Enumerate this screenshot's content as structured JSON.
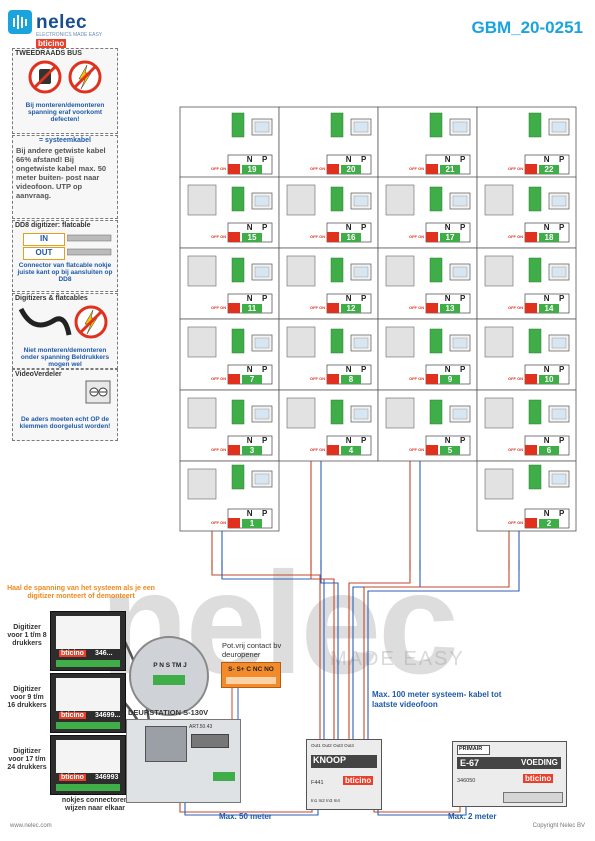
{
  "brand": {
    "name": "nelec",
    "tagline": "ELECTRONICS MADE EASY",
    "partner": "bticino"
  },
  "doc_id": "GBM_20-0251",
  "cards": {
    "bus": {
      "title": "TWEEDRAADS BUS",
      "text": "Bij monteren/demonteren spanning eraf voorkomt defecten!"
    },
    "cable": {
      "title": "= systeemkabel",
      "text": "Bij andere getwiste kabel 66% afstand! Bij ongetwiste kabel max. 50 meter buiten- post naar videofoon. UTP op aanvraag."
    },
    "dd8": {
      "title": "DD8 digitizer: flatcable",
      "in_label": "IN",
      "out_label": "OUT",
      "text": "Connector van flatcable nokje juiste kant op bij aansluiten op DD8"
    },
    "digitizers": {
      "title": "Digitizers & flatcables",
      "text": "Niet monteren/demonteren onder spanning Beldrukkers mogen wel"
    },
    "verdeler": {
      "title": "VideoVerdeler",
      "text": "De aders moeten echt OP de klemmen doorgelust worden!"
    }
  },
  "unit_numbers": [
    "19",
    "20",
    "21",
    "22",
    "15",
    "16",
    "17",
    "18",
    "11",
    "12",
    "13",
    "14",
    "7",
    "8",
    "9",
    "10",
    "3",
    "4",
    "5",
    "6",
    "1",
    "2"
  ],
  "np": {
    "n": "N",
    "p": "P",
    "off": "OFF ON"
  },
  "orange_note": "Haal de spanning van het systeem als je een digitizer monteert of demonteert",
  "digitizers": [
    {
      "label": "Digitizer voor 1 t/m 8 drukkers",
      "code": "346..."
    },
    {
      "label": "Digitizer voor 9 t/m 16 drukkers",
      "code": "34699..."
    },
    {
      "label": "Digitizer voor 17 t/m 24 drukkers",
      "code": "346993"
    }
  ],
  "terminals": {
    "labels": "P N S TM J",
    "j": "J"
  },
  "door_station": {
    "label": "DEURSTATION S-130V",
    "part": "ART.50.43"
  },
  "contact": {
    "title": "Pot.vrij contact bv deuropener",
    "labels": "S- S+ C NC NO"
  },
  "knoop": {
    "name": "KNOOP",
    "part": "F441",
    "brand": "bticino",
    "ports": [
      "Out1",
      "Out2",
      "Out3",
      "Out4"
    ],
    "ins": [
      "In1",
      "In2",
      "In3",
      "In4"
    ]
  },
  "psu": {
    "header": "PRIMAIR",
    "name": "E-67",
    "title": "VOEDING",
    "part": "346050",
    "brand": "bticino"
  },
  "notes": {
    "max100": "Max. 100 meter systeem- kabel tot laatste videofoon",
    "max50": "Max. 50 meter",
    "max2": "Max. 2 meter",
    "nokjes": "nokjes connectoren wijzen naar elkaar"
  },
  "footer": {
    "left": "www.nelec.com",
    "right": "Copyright Nelec BV"
  }
}
